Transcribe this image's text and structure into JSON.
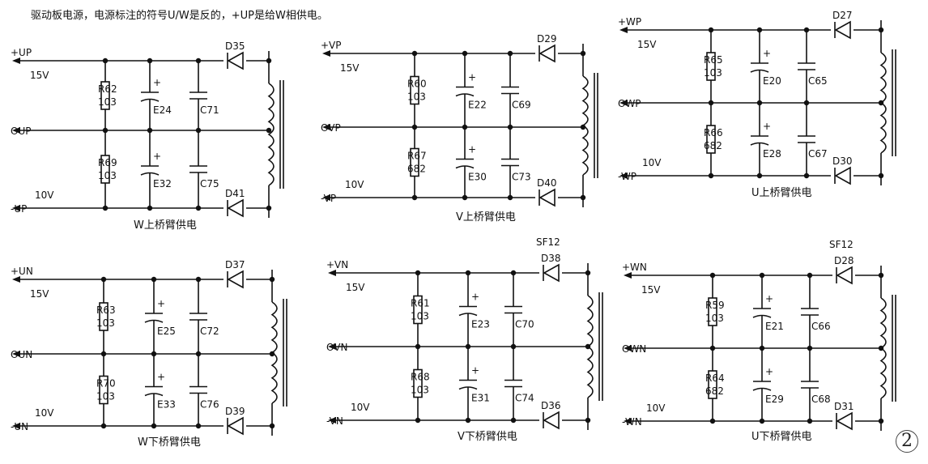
{
  "title": "驱动板电源，电源标注的符号U/W是反的，+UP是给W相供电。",
  "page_number": "2",
  "panels": [
    {
      "id": "w-upper",
      "pos": "top-left",
      "caption": "W上桥臂供电",
      "plus": "+UP",
      "mid": "OUP",
      "minus": "-UP",
      "v_plus": "15V",
      "v_minus": "10V",
      "r_top": {
        "name": "R62",
        "value": "103"
      },
      "r_bot": {
        "name": "R69",
        "value": "103"
      },
      "e_top": "E24",
      "e_bot": "E32",
      "c_top": "C71",
      "c_bot": "C75",
      "d_top": "D35",
      "d_bot": "D41",
      "extra": ""
    },
    {
      "id": "v-upper",
      "pos": "top-middle",
      "caption": "V上桥臂供电",
      "plus": "+VP",
      "mid": "OVP",
      "minus": "-VP",
      "v_plus": "15V",
      "v_minus": "10V",
      "r_top": {
        "name": "R60",
        "value": "103"
      },
      "r_bot": {
        "name": "R67",
        "value": "682"
      },
      "e_top": "E22",
      "e_bot": "E30",
      "c_top": "C69",
      "c_bot": "C73",
      "d_top": "D29",
      "d_bot": "D40",
      "extra": ""
    },
    {
      "id": "u-upper",
      "pos": "top-right",
      "caption": "U上桥臂供电",
      "plus": "+WP",
      "mid": "OWP",
      "minus": "-WP",
      "v_plus": "15V",
      "v_minus": "10V",
      "r_top": {
        "name": "R65",
        "value": "103"
      },
      "r_bot": {
        "name": "R66",
        "value": "682"
      },
      "e_top": "E20",
      "e_bot": "E28",
      "c_top": "C65",
      "c_bot": "C67",
      "d_top": "D27",
      "d_bot": "D30",
      "extra": ""
    },
    {
      "id": "w-lower",
      "pos": "bottom-left",
      "caption": "W下桥臂供电",
      "plus": "+UN",
      "mid": "OUN",
      "minus": "-UN",
      "v_plus": "15V",
      "v_minus": "10V",
      "r_top": {
        "name": "R63",
        "value": "103"
      },
      "r_bot": {
        "name": "R70",
        "value": "103"
      },
      "e_top": "E25",
      "e_bot": "E33",
      "c_top": "C72",
      "c_bot": "C76",
      "d_top": "D37",
      "d_bot": "D39",
      "extra": ""
    },
    {
      "id": "v-lower",
      "pos": "bottom-middle",
      "caption": "V下桥臂供电",
      "plus": "+VN",
      "mid": "OVN",
      "minus": "-VN",
      "v_plus": "15V",
      "v_minus": "10V",
      "r_top": {
        "name": "R61",
        "value": "103"
      },
      "r_bot": {
        "name": "R68",
        "value": "103"
      },
      "e_top": "E23",
      "e_bot": "E31",
      "c_top": "C70",
      "c_bot": "C74",
      "d_top": "D38",
      "d_bot": "D36",
      "extra": "SF12"
    },
    {
      "id": "u-lower",
      "pos": "bottom-right",
      "caption": "U下桥臂供电",
      "plus": "+WN",
      "mid": "OWN",
      "minus": "-WN",
      "v_plus": "15V",
      "v_minus": "10V",
      "r_top": {
        "name": "R59",
        "value": "103"
      },
      "r_bot": {
        "name": "R64",
        "value": "682"
      },
      "e_top": "E21",
      "e_bot": "E29",
      "c_top": "C66",
      "c_bot": "C68",
      "d_top": "D28",
      "d_bot": "D31",
      "extra": "SF12"
    }
  ]
}
